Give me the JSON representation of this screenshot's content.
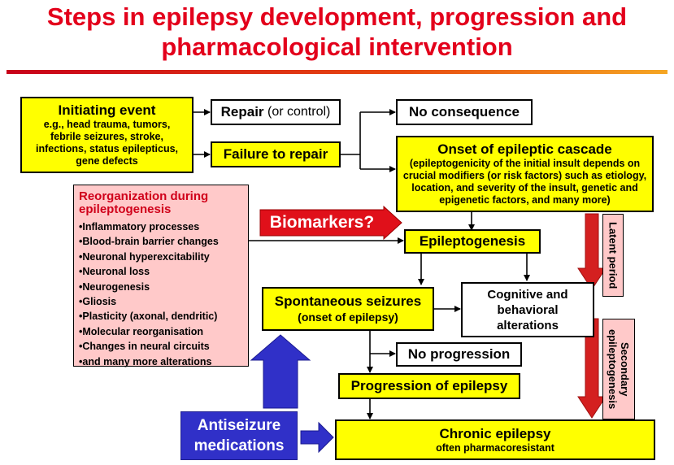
{
  "title": {
    "line1": "Steps in epilepsy development, progression and",
    "line2": "pharmacological intervention"
  },
  "initiating_event": {
    "title": "Initiating event",
    "details": [
      "e.g., head trauma, tumors,",
      "febrile seizures, stroke,",
      "infections, status epilepticus,",
      "gene defects"
    ]
  },
  "repair": {
    "main": "Repair",
    "suffix": " (or control)"
  },
  "failure_to_repair": "Failure to repair",
  "no_consequence": "No consequence",
  "cascade": {
    "title": "Onset of epileptic cascade",
    "details": [
      "(epileptogenicity of the initial insult depends on",
      "crucial modifiers (or risk factors) such as etiology,",
      "location, and severity of the insult, genetic and",
      "epigenetic factors, and many more)"
    ]
  },
  "reorganization": {
    "title_line1": "Reorganization during",
    "title_line2": "epileptogenesis",
    "items": [
      "Inflammatory processes",
      "Blood-brain barrier changes",
      "Neuronal hyperexcitability",
      "Neuronal loss",
      "Neurogenesis",
      "Gliosis",
      "Plasticity (axonal, dendritic)",
      "Molecular reorganisation",
      "Changes in neural circuits",
      "and many more alterations"
    ]
  },
  "biomarkers": "Biomarkers?",
  "epileptogenesis": "Epileptogenesis",
  "spontaneous": {
    "title": "Spontaneous seizures",
    "sub": "(onset of epilepsy)"
  },
  "cognitive": [
    "Cognitive and",
    "behavioral",
    "alterations"
  ],
  "no_progression": "No progression",
  "progression": "Progression of epilepsy",
  "chronic": {
    "title": "Chronic epilepsy",
    "sub": "often pharmacoresistant"
  },
  "latent_period": "Latent period",
  "secondary": [
    "Secondary",
    "epileptogenesis"
  ],
  "antiseizure": [
    "Antiseizure",
    "medications"
  ],
  "colors": {
    "title_red": "#e3001b",
    "box_yellow": "#ffff00",
    "box_pink": "#ffc9c9",
    "arrow_red": "#d42020",
    "asm_blue": "#3030c8"
  }
}
